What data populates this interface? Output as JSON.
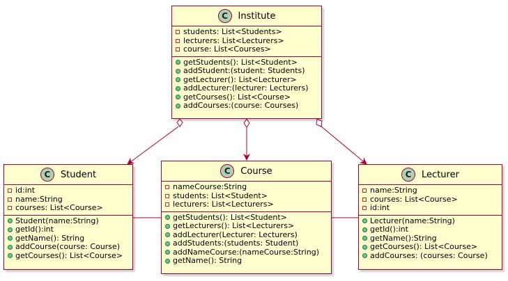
{
  "colors": {
    "class_fill": "#fefece",
    "border": "#a80036",
    "badge_fill": "#add1b2",
    "private_marker": "#c82930",
    "public_marker": "#84be84"
  },
  "classes": [
    {
      "id": "institute",
      "badge": "C",
      "name": "Institute",
      "attributes": [
        "students: List<Students>",
        "lecturers: List<Lecturers>",
        "course: List<Courses>"
      ],
      "methods": [
        "getStudents(): List<Student>",
        "addStudent:(student: Students)",
        "getLecturer(): List<Lecturer>",
        "addLecturer:(lecturer: Lecturers)",
        "getCourses(): List<Course>",
        "addCourses:(course: Courses)"
      ]
    },
    {
      "id": "student",
      "badge": "C",
      "name": "Student",
      "attributes": [
        "id:int",
        "name:String",
        "courses: List<Course>"
      ],
      "methods": [
        "Student(name:String)",
        "getId():int",
        "getName(): String",
        "addCourse(course: Course)",
        "getCourses(): List<Course>"
      ]
    },
    {
      "id": "course",
      "badge": "C",
      "name": "Course",
      "attributes": [
        "nameCourse:String",
        "students: List<Student>",
        "lecturers: List<Lecturers>"
      ],
      "methods": [
        "getStudents(): List<Student>",
        "getLecturers(): List<Lecturers>",
        "addLecturer(Lecturer: Lecturers)",
        "addStudents:(students: Student)",
        "addNameCourse:(nameCourse:String)",
        "getName(): String"
      ]
    },
    {
      "id": "lecturer",
      "badge": "C",
      "name": "Lecturer",
      "attributes": [
        "name:String",
        "courses: List<Course>",
        "id:int"
      ],
      "methods": [
        "Lecturer(name:String)",
        "getId():int",
        "getName():String",
        "getCourses(): List<Course>",
        "addCourses: (courses: Course)"
      ]
    }
  ]
}
